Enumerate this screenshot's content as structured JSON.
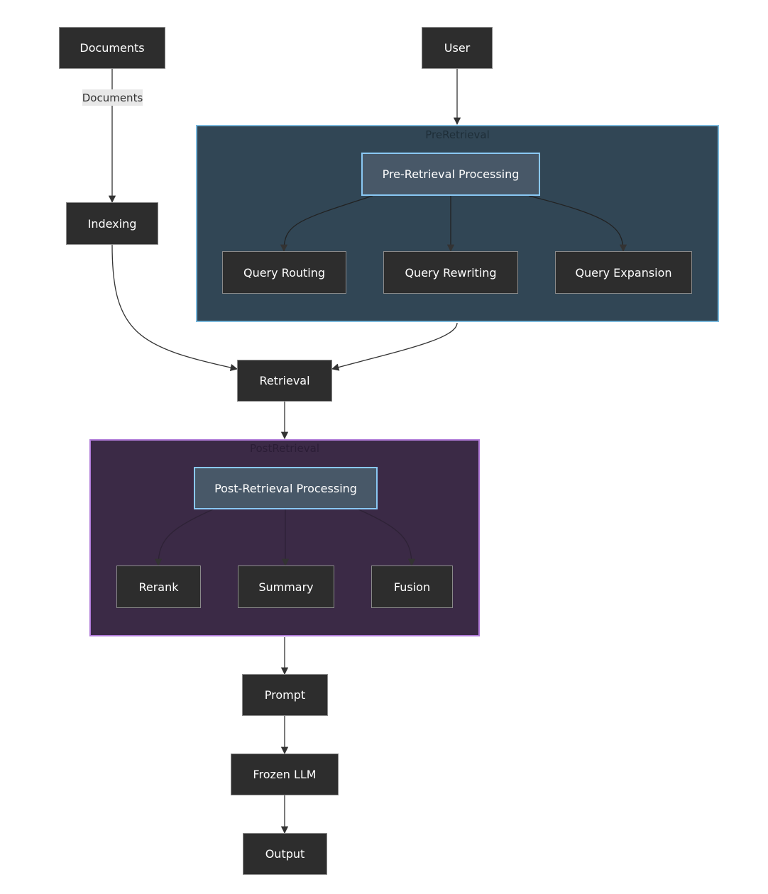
{
  "nodes": {
    "documents": "Documents",
    "user": "User",
    "indexing": "Indexing",
    "pre_retrieval_processing": "Pre-Retrieval Processing",
    "query_routing": "Query Routing",
    "query_rewriting": "Query Rewriting",
    "query_expansion": "Query Expansion",
    "retrieval": "Retrieval",
    "post_retrieval_processing": "Post-Retrieval Processing",
    "rerank": "Rerank",
    "summary": "Summary",
    "fusion": "Fusion",
    "prompt": "Prompt",
    "frozen_llm": "Frozen LLM",
    "output": "Output"
  },
  "clusters": {
    "pre_title": "PreRetrieval",
    "post_title": "PostRetrieval"
  },
  "edge_labels": {
    "documents_to_indexing": "Documents"
  },
  "colors": {
    "node_fill": "#2d2d2d",
    "highlight_fill": "#485868",
    "highlight_border": "#8ac8f4",
    "pre_cluster_fill": "#314655",
    "pre_cluster_border": "#7ab8dc",
    "post_cluster_fill": "#3b2a46",
    "post_cluster_border": "#b07ad8"
  }
}
